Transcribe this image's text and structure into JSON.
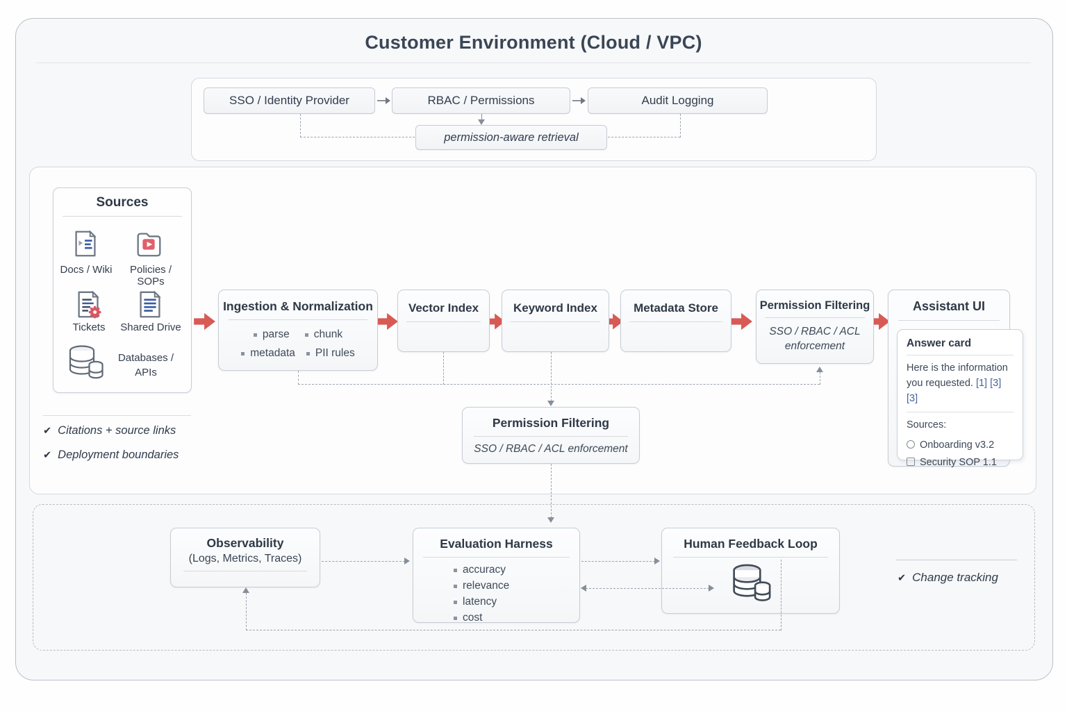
{
  "page": {
    "title": "Customer Environment (Cloud / VPC)"
  },
  "identity": {
    "sso": "SSO / Identity Provider",
    "rbac": "RBAC / Permissions",
    "audit": "Audit Logging",
    "retrieval": "permission-aware retrieval"
  },
  "sources": {
    "title": "Sources",
    "docs": "Docs / Wiki",
    "policies": "Policies / SOPs",
    "tickets": "Tickets",
    "shared": "Shared Drive",
    "databases_line1": "Databases /",
    "databases_line2": "APIs"
  },
  "pipeline": {
    "ingestion": {
      "title": "Ingestion & Normalization",
      "b1": "parse",
      "b2": "chunk",
      "b3": "metadata",
      "b4": "PII rules"
    },
    "vector": "Vector Index",
    "keyword": "Keyword Index",
    "metadata_store": "Metadata Store",
    "permission": {
      "title": "Permission Filtering",
      "sub1": "SSO / RBAC / ACL",
      "sub2": "enforcement"
    },
    "assistant": "Assistant UI"
  },
  "answer_card": {
    "title": "Answer card",
    "body1": "Here is the information",
    "body2": "you requested.",
    "citations": "[1] [3] [3]",
    "sources_label": "Sources:",
    "item1": "Onboarding v3.2",
    "item2": "Security SOP 1.1"
  },
  "permission_center": {
    "title": "Permission Filtering",
    "subtitle": "SSO / RBAC / ACL enforcement"
  },
  "notes": {
    "citations": "Citations + source links",
    "boundaries": "Deployment boundaries",
    "change": "Change tracking"
  },
  "observability": {
    "title": "Observability",
    "subtitle": "(Logs, Metrics, Traces)"
  },
  "evaluation": {
    "title": "Evaluation Harness",
    "b1": "accuracy",
    "b2": "relevance",
    "b3": "latency",
    "b4": "cost"
  },
  "feedback": {
    "title": "Human Feedback Loop"
  },
  "colors": {
    "accent_red": "#d85a54",
    "link_blue": "#44639c",
    "dash_gray": "#9ba3ad",
    "text_dark": "#2e3946"
  }
}
